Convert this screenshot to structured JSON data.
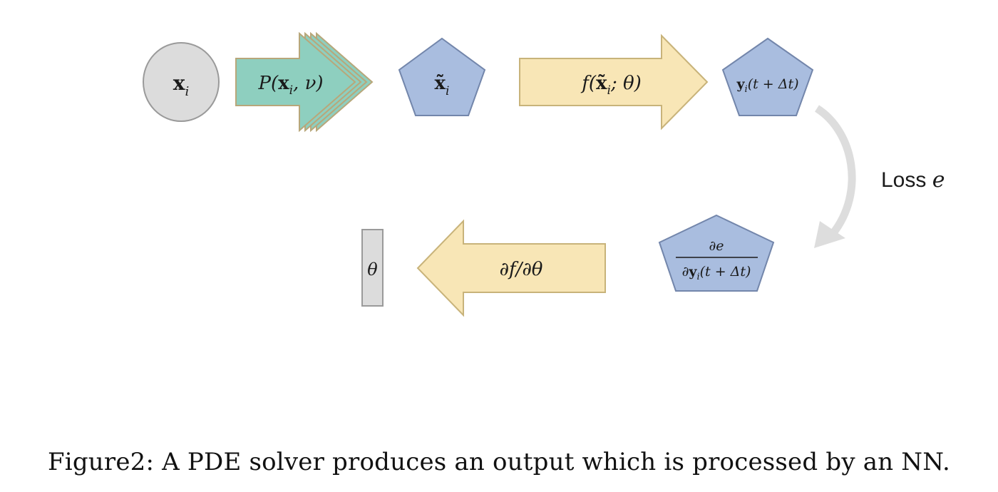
{
  "nodes": {
    "input": {
      "label_base": "x",
      "label_sub": "i"
    },
    "perturbation": {
      "label_func": "P(",
      "label_var": "x",
      "label_sub": "i",
      "label_rest": ", ν)"
    },
    "perturbed_input": {
      "label_base": "x̃",
      "label_sub": "i"
    },
    "network": {
      "label_func": "f(",
      "label_var": "x̃",
      "label_sub": "i",
      "label_rest": "; θ)"
    },
    "output": {
      "label_var": "y",
      "label_sub": "i",
      "label_rest": "(t + Δt)"
    },
    "gradient_output": {
      "numerator": "∂e",
      "den_prefix": "∂",
      "den_var": "y",
      "den_sub": "i",
      "den_rest": "(t + Δt)"
    },
    "backprop": {
      "label": "∂f/∂θ"
    },
    "parameters": {
      "label": "θ"
    }
  },
  "loss": {
    "label_text": "Loss ",
    "label_var": "e"
  },
  "caption": "Figure2: A PDE solver produces an output which is processed by an NN.",
  "colors": {
    "grey_fill": "#dcdcdc",
    "grey_stroke": "#9a9a9a",
    "teal_fill": "#8ecfbf",
    "teal_stroke": "#b8a77a",
    "blue_fill": "#a9bddf",
    "blue_stroke": "#7386ab",
    "yellow_fill": "#f8e6b6",
    "yellow_stroke": "#c8b37a",
    "curve": "#dddddd"
  }
}
